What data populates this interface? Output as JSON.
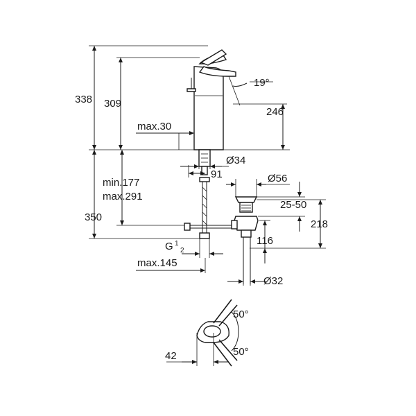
{
  "dimensions": {
    "total_height": "338",
    "spout_height": "309",
    "spout_angle": "19°",
    "outlet_height": "246",
    "max_deck": "max.30",
    "shank_diameter": "Ø34",
    "shank_offset": "91",
    "waste_diameter": "Ø56",
    "min_range": "min.177",
    "max_range": "max.291",
    "below_deck": "350",
    "waste_range": "25-50",
    "waste_height": "218",
    "waste_offset": "116",
    "thread_main": "G",
    "thread_num": "1",
    "thread_den": "2",
    "max_hose": "max.145",
    "tail_diameter": "Ø32",
    "handle_angle_top": "50°",
    "handle_angle_bottom": "50°",
    "handle_offset": "42"
  },
  "colors": {
    "line": "#1a1a1a",
    "background": "#ffffff"
  }
}
